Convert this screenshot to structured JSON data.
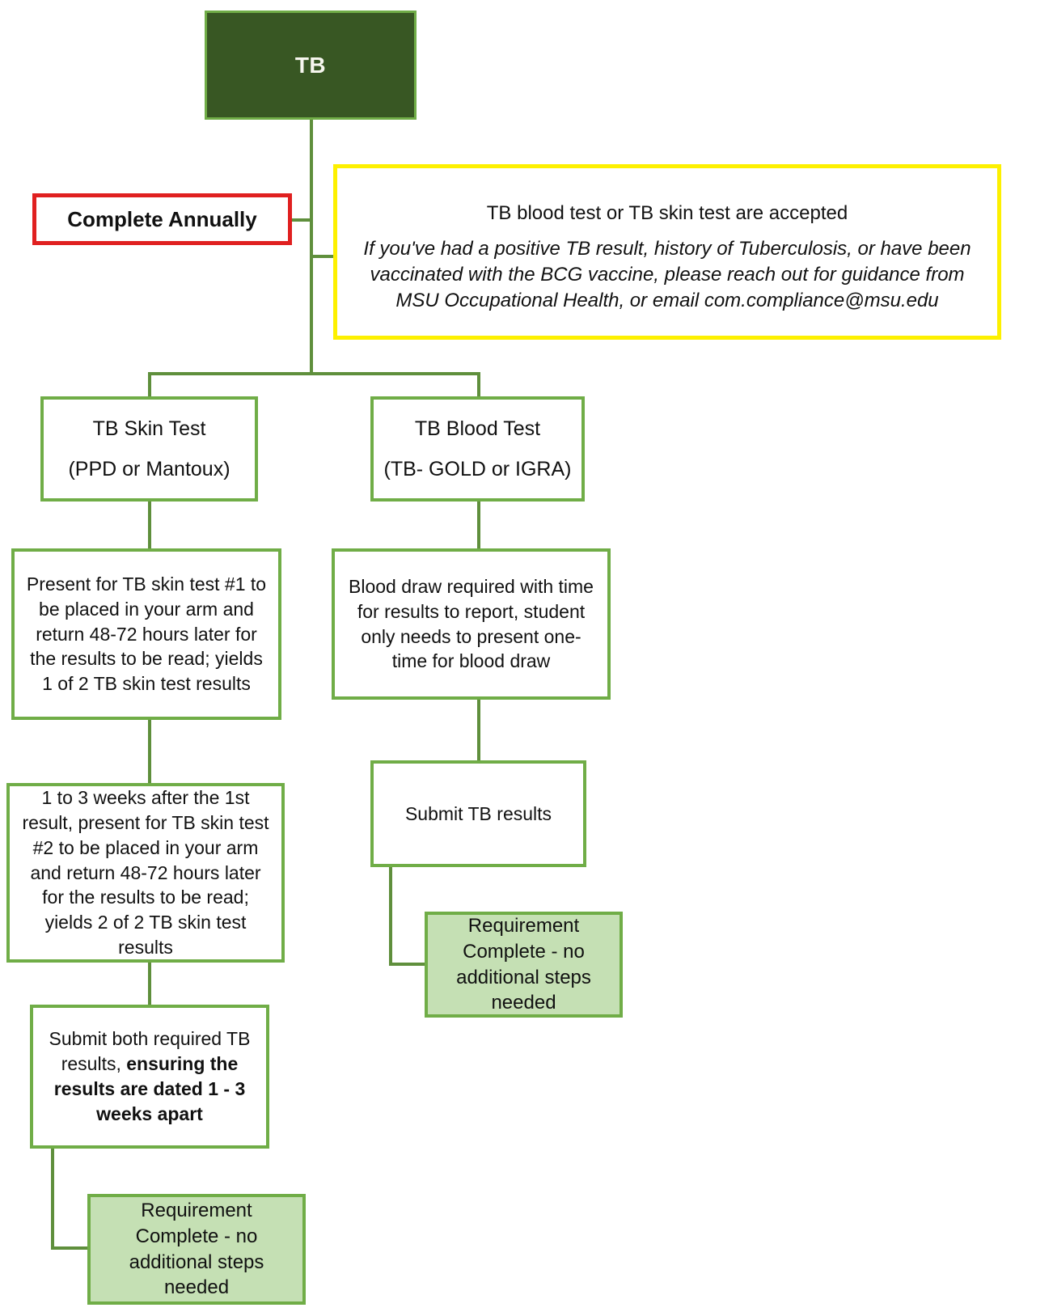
{
  "diagram": {
    "title_node": {
      "label": "TB"
    },
    "annual_note": {
      "label": "Complete Annually"
    },
    "info_note": {
      "line1": "TB blood test or TB skin test are accepted",
      "line2": "If you've had a positive TB result, history of Tuberculosis, or have been vaccinated with the BCG vaccine, please reach out for guidance from MSU Occupational Health, or email com.compliance@msu.edu"
    },
    "skin_branch": {
      "header_line1": "TB Skin Test",
      "header_line2": "(PPD or Mantoux)",
      "step1": "Present for TB skin test #1 to be placed in your arm and return 48-72 hours later for the results to be read; yields 1 of 2 TB skin test results",
      "step2": "1 to 3 weeks after the 1st result, present for TB skin test #2 to be placed in your arm and return 48-72 hours later for the results to be read; yields 2 of 2 TB skin test results",
      "step3_normal": "Submit both required TB results, ",
      "step3_bold": "ensuring the results are dated 1 - 3 weeks apart",
      "complete": "Requirement Complete - no additional steps needed"
    },
    "blood_branch": {
      "header_line1": "TB Blood Test",
      "header_line2": "(TB- GOLD or IGRA)",
      "step1": "Blood draw required with time for results to report, student only needs to present one-time for blood draw",
      "step2": "Submit TB results",
      "complete": "Requirement Complete - no additional steps needed"
    },
    "colors": {
      "dark_green_fill": "#385723",
      "box_border_green": "#70ad47",
      "connector_green": "#5f8f3c",
      "light_green_fill": "#c5e0b4",
      "note_border_red": "#e02020",
      "note_border_yellow": "#fdf000"
    }
  }
}
